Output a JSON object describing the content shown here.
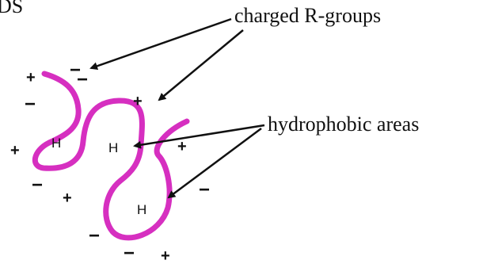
{
  "header_fragment": "DS",
  "labels": {
    "charged": "charged R-groups",
    "hydrophobic": "hydrophobic areas"
  },
  "h_label": "H",
  "plus": "+",
  "minus": "−",
  "colors": {
    "chain": "#d62fc0",
    "arrow": "#111111"
  }
}
